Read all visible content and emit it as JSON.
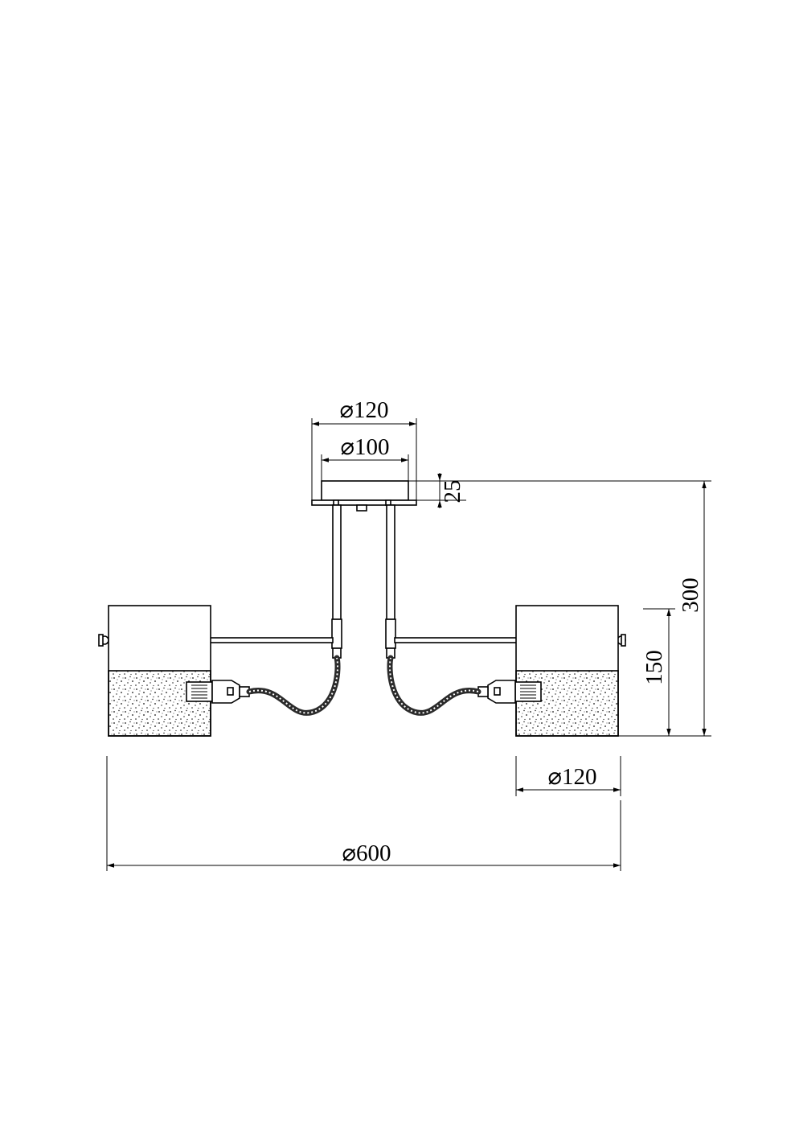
{
  "drawing": {
    "line_color": "#000000",
    "background": "#ffffff",
    "dimensions": {
      "canopy_outer_diameter": "⌀120",
      "canopy_inner_diameter": "⌀100",
      "canopy_height": "25",
      "total_height": "300",
      "shade_height": "150",
      "shade_diameter": "⌀120",
      "overall_diameter": "⌀600"
    }
  }
}
